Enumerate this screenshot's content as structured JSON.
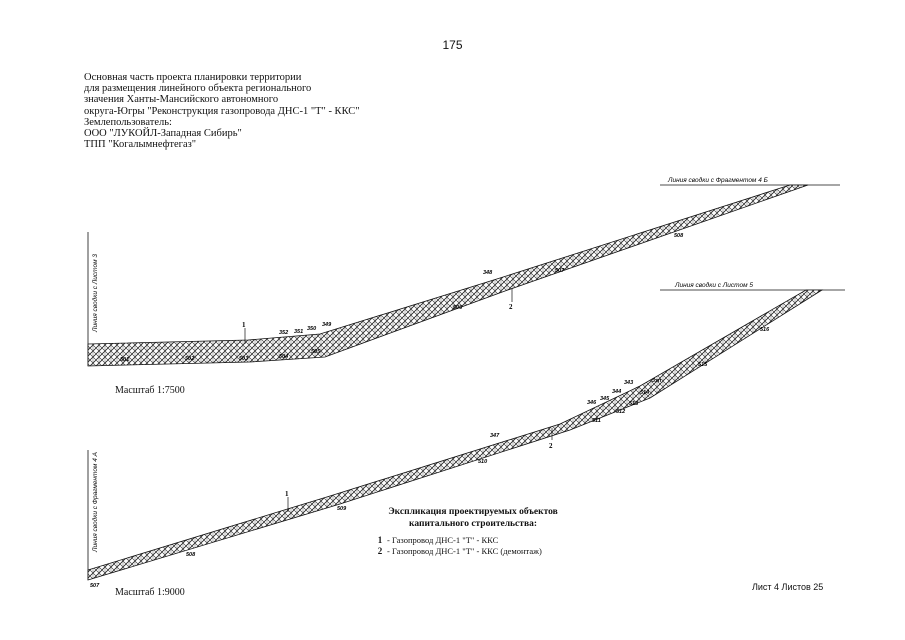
{
  "page": {
    "number": "175"
  },
  "header": {
    "lines": [
      "Основная часть проекта планировки территории",
      "для размещения линейного объекта регионального",
      "значения Ханты-Мансийского автономного",
      "округа-Югры \"Реконструкция газопровода ДНС-1 \"Т\" - ККС\"",
      "Землепользователь:",
      "ООО \"ЛУКОЙЛ-Западная Сибирь\"",
      "ТПП \"Когалымнефтегаз\""
    ]
  },
  "drawing1": {
    "scale": "Масштаб 1:7500",
    "match_line_left": "Линия сводки с Листом 3",
    "match_line_right": "Линия сводки с Фрагментом 4 Б",
    "points": [
      "501",
      "502",
      "503",
      "504",
      "505",
      "506",
      "507",
      "508"
    ],
    "parcels": [
      "352",
      "351",
      "350",
      "349",
      "348"
    ],
    "markers": [
      "1",
      "2"
    ]
  },
  "drawing2": {
    "scale": "Масштаб 1:9000",
    "match_line_left": "Линия сводки с Фрагментом 4 А",
    "match_line_right": "Линия сводки с Листом 5",
    "points": [
      "507",
      "508",
      "509",
      "510",
      "511",
      "512",
      "513",
      "514",
      "515",
      "516"
    ],
    "parcels": [
      "347",
      "346",
      "345",
      "344",
      "343",
      "3зп"
    ],
    "markers": [
      "1",
      "2"
    ]
  },
  "legend": {
    "title_line1": "Экспликация проектируемых объектов",
    "title_line2": "капитального строительства:",
    "items": [
      {
        "marker": "1",
        "text": "- Газопровод  ДНС-1 \"Т\" - ККС"
      },
      {
        "marker": "2",
        "text": "- Газопровод  ДНС-1 \"Т\" - ККС (демонтаж)"
      }
    ]
  },
  "footer": {
    "sheet": "Лист 4 Листов 25"
  }
}
